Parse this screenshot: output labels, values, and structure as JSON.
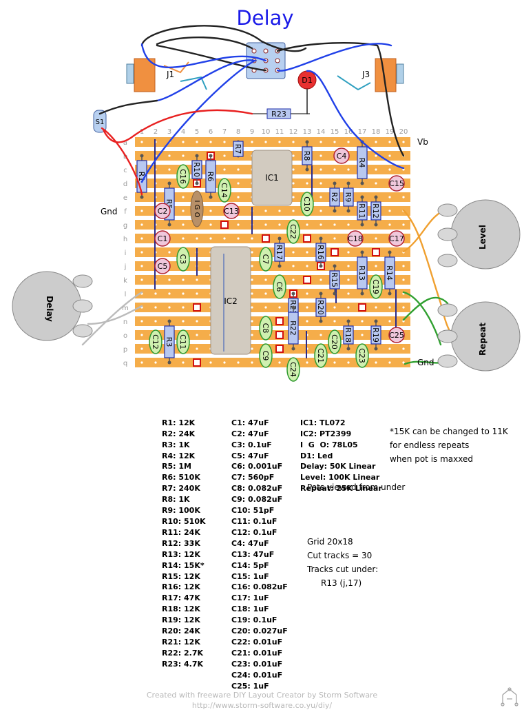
{
  "title": "Delay",
  "board": {
    "col_labels": [
      "1",
      "2",
      "3",
      "4",
      "5",
      "6",
      "7",
      "8",
      "9",
      "10",
      "11",
      "12",
      "13",
      "14",
      "15",
      "16",
      "17",
      "18",
      "19",
      "20"
    ],
    "row_labels": [
      "a",
      "b",
      "c",
      "d",
      "e",
      "f",
      "g",
      "h",
      "i",
      "j",
      "k",
      "l",
      "m",
      "n",
      "o",
      "p",
      "q"
    ],
    "cut_marks": [
      {
        "row": "b",
        "col": 6
      },
      {
        "row": "b",
        "col": 13
      },
      {
        "row": "d",
        "col": 5
      },
      {
        "row": "g",
        "col": 7
      },
      {
        "row": "h",
        "col": 10
      },
      {
        "row": "h",
        "col": 13
      },
      {
        "row": "i",
        "col": 15
      },
      {
        "row": "i",
        "col": 18
      },
      {
        "row": "j",
        "col": 14
      },
      {
        "row": "k",
        "col": 13
      },
      {
        "row": "k",
        "col": 15
      },
      {
        "row": "l",
        "col": 12
      },
      {
        "row": "m",
        "col": 5
      },
      {
        "row": "m",
        "col": 17
      },
      {
        "row": "n",
        "col": 11
      },
      {
        "row": "o",
        "col": 11
      },
      {
        "row": "p",
        "col": 11
      },
      {
        "row": "q",
        "col": 5
      }
    ]
  },
  "labels": {
    "j1": "J1",
    "j3": "J3",
    "s1": "S1",
    "d1": "D1",
    "r23": "R23",
    "vb": "Vb",
    "gnd_left": "Gnd",
    "gnd_right": "Gnd",
    "ic1": "IC1",
    "ic2": "IC2",
    "igo": "I G O"
  },
  "pots": [
    {
      "id": "pot-level",
      "label": "Level"
    },
    {
      "id": "pot-repeat",
      "label": "Repeat"
    },
    {
      "id": "pot-delay",
      "label": "Delay"
    }
  ],
  "components": [
    {
      "id": "R1",
      "kind": "resistor"
    },
    {
      "id": "R2",
      "kind": "resistor"
    },
    {
      "id": "R3",
      "kind": "resistor"
    },
    {
      "id": "R4",
      "kind": "resistor"
    },
    {
      "id": "R5",
      "kind": "resistor"
    },
    {
      "id": "R6",
      "kind": "resistor"
    },
    {
      "id": "R7",
      "kind": "resistor"
    },
    {
      "id": "R8",
      "kind": "resistor"
    },
    {
      "id": "R9",
      "kind": "resistor"
    },
    {
      "id": "R10",
      "kind": "resistor"
    },
    {
      "id": "R11",
      "kind": "resistor"
    },
    {
      "id": "R12",
      "kind": "resistor"
    },
    {
      "id": "R13",
      "kind": "resistor"
    },
    {
      "id": "R14",
      "kind": "resistor"
    },
    {
      "id": "R15",
      "kind": "resistor"
    },
    {
      "id": "R16",
      "kind": "resistor"
    },
    {
      "id": "R17",
      "kind": "resistor"
    },
    {
      "id": "R18",
      "kind": "resistor"
    },
    {
      "id": "R19",
      "kind": "resistor"
    },
    {
      "id": "R20",
      "kind": "resistor"
    },
    {
      "id": "R21",
      "kind": "resistor"
    },
    {
      "id": "R22",
      "kind": "resistor"
    },
    {
      "id": "C1",
      "kind": "electrolytic"
    },
    {
      "id": "C2",
      "kind": "electrolytic"
    },
    {
      "id": "C4",
      "kind": "electrolytic"
    },
    {
      "id": "C5",
      "kind": "electrolytic"
    },
    {
      "id": "C13",
      "kind": "electrolytic"
    },
    {
      "id": "C15",
      "kind": "electrolytic"
    },
    {
      "id": "C17",
      "kind": "electrolytic"
    },
    {
      "id": "C18",
      "kind": "electrolytic"
    },
    {
      "id": "C25",
      "kind": "electrolytic"
    },
    {
      "id": "C3",
      "kind": "film"
    },
    {
      "id": "C6",
      "kind": "film"
    },
    {
      "id": "C7",
      "kind": "film"
    },
    {
      "id": "C8",
      "kind": "film"
    },
    {
      "id": "C9",
      "kind": "film"
    },
    {
      "id": "C10",
      "kind": "film"
    },
    {
      "id": "C11",
      "kind": "film"
    },
    {
      "id": "C12",
      "kind": "film"
    },
    {
      "id": "C14",
      "kind": "film"
    },
    {
      "id": "C16",
      "kind": "film"
    },
    {
      "id": "C19",
      "kind": "film"
    },
    {
      "id": "C20",
      "kind": "film"
    },
    {
      "id": "C21",
      "kind": "film"
    },
    {
      "id": "C22",
      "kind": "film"
    },
    {
      "id": "C23",
      "kind": "film"
    },
    {
      "id": "C24",
      "kind": "film"
    }
  ],
  "bom": {
    "resistors": [
      "R1: 12K",
      "R2: 24K",
      "R3: 1K",
      "R4: 12K",
      "R5: 1M",
      "R6: 510K",
      "R7: 240K",
      "R8: 1K",
      "R9: 100K",
      "R10: 510K",
      "R11: 24K",
      "R12: 33K",
      "R13: 12K",
      "R14: 15K*",
      "R15: 12K",
      "R16: 12K",
      "R17: 47K",
      "R18: 12K",
      "R19: 12K",
      "R20: 24K",
      "R21: 12K",
      "R22: 2.7K",
      "R23: 4.7K"
    ],
    "capacitors": [
      "C1: 47uF",
      "C2: 47uF",
      "C3: 0.1uF",
      "C5: 47uF",
      "C6: 0.001uF",
      "C7: 560pF",
      "C8: 0.082uF",
      "C9: 0.082uF",
      "C10: 51pF",
      "C11: 0.1uF",
      "C12: 0.1uF",
      "C4: 47uF",
      "C13: 47uF",
      "C14: 5pF",
      "C15: 1uF",
      "C16: 0.082uF",
      "C17: 1uF",
      "C18: 1uF",
      "C19: 0.1uF",
      "C20: 0.027uF",
      "C22: 0.01uF",
      "C21: 0.01uF",
      "C23: 0.01uF",
      "C24: 0.01uF",
      "C25: 1uF"
    ],
    "others": [
      "IC1: TL072",
      "IC2: PT2399",
      "I  G  O: 78L05",
      "D1: Led",
      "Delay: 50K Linear",
      "Level: 100K Linear",
      "Repeat: 25K Linear"
    ]
  },
  "notes": {
    "repeat_note": [
      "*15K can be changed to 11K",
      "for endless repeats",
      "when pot is maxxed"
    ],
    "pots_note": "Pots viewed from under",
    "grid_info": [
      "Grid 20x18",
      "Cut tracks = 30",
      "Tracks cut under:",
      "R13 (j,17)"
    ]
  },
  "footer": {
    "line1": "Created with freeware DIY Layout Creator by Storm Software",
    "line2": "http://www.storm-software.co.yu/diy/"
  },
  "colors": {
    "strip": "#f5ad4a",
    "board_gap": "#ffffff",
    "resistor_fill": "#b8c8f0",
    "resistor_stroke": "#1e2ea8",
    "electrolytic": "#f0c8dc",
    "electrolytic_stroke": "#b02030",
    "film": "#d0f0b0",
    "film_stroke": "#2f9a2f",
    "ic_body": "#d2cbc0",
    "wire_blue": "#2040e8",
    "wire_red": "#e82020",
    "wire_black": "#222222",
    "wire_orange": "#f0a030",
    "wire_green": "#30a030",
    "title": "#1a1ae8",
    "led": "#e83030",
    "pot": "#cccccc"
  }
}
